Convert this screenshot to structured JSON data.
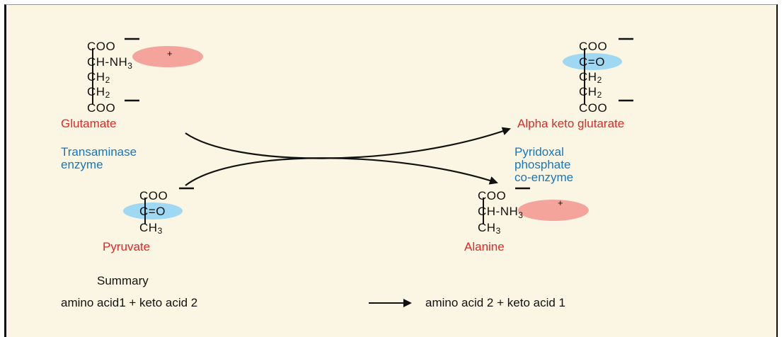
{
  "reactants": {
    "glutamate": {
      "line1": "COO",
      "line2a": "CH-",
      "line2b": "NH",
      "line2sub": "3",
      "line2sup": "+",
      "line3": "CH",
      "line3sub": "2",
      "line4": "CH",
      "line4sub": "2",
      "line5": "COO",
      "name": "Glutamate"
    },
    "pyruvate": {
      "line1": "COO",
      "line2": "C=O",
      "line3": "CH",
      "line3sub": "3",
      "name": "Pyruvate"
    }
  },
  "products": {
    "akg": {
      "line1": "COO",
      "line2": "C=O",
      "line3": "CH",
      "line3sub": "2",
      "line4": "CH",
      "line4sub": "2",
      "line5": "COO",
      "name": "Alpha keto glutarate"
    },
    "alanine": {
      "line1": "COO",
      "line2a": "CH-",
      "line2b": "NH",
      "line2sub": "3",
      "line2sup": "+",
      "line3": "CH",
      "line3sub": "3",
      "name": "Alanine"
    }
  },
  "enzymes": {
    "transaminase": [
      "Transaminase",
      "enzyme"
    ],
    "coenzyme": [
      "Pyridoxal",
      "phosphate",
      "co-enzyme"
    ]
  },
  "summary": {
    "title": "Summary",
    "left": "amino acid1 + keto acid 2",
    "right": "amino acid 2 + keto acid 1"
  },
  "colors": {
    "amino_highlight": "#f4a49a",
    "keto_highlight": "#9fd8f3",
    "name_red": "#e02828",
    "enzyme_blue": "#1677bd",
    "background": "#fbf6e3"
  }
}
